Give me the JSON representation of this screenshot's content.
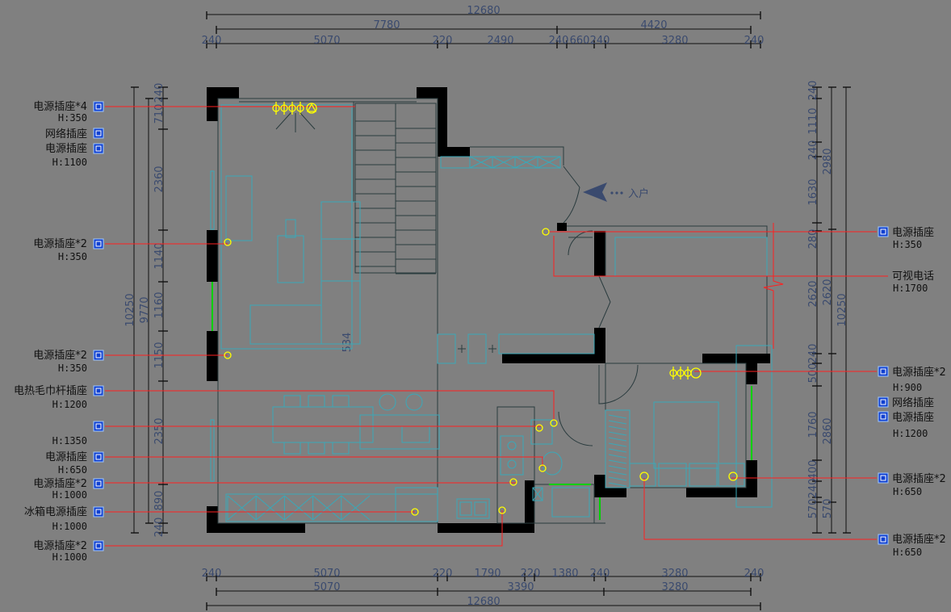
{
  "top_dims": {
    "total": "12680",
    "row2": [
      "7780",
      "4420"
    ],
    "row3": [
      "240",
      "5070",
      "220",
      "2490",
      "240",
      "660",
      "240",
      "3280",
      "240"
    ]
  },
  "bottom_dims": {
    "row1": [
      "240",
      "5070",
      "220",
      "1790",
      "220",
      "1380",
      "240",
      "3280",
      "240"
    ],
    "row2": [
      "5070",
      "3390",
      "3280"
    ],
    "total": "12680"
  },
  "left_dims": {
    "outer": "10250",
    "mid": "9770",
    "inner": [
      "240",
      "710",
      "2360",
      "1140",
      "1160",
      "1150",
      "2350",
      "890",
      "240"
    ],
    "extra": "534"
  },
  "right_dims": {
    "outer": "10250",
    "mid": [
      "2980",
      "2620",
      "2860",
      "570"
    ],
    "inner": [
      "240",
      "1110",
      "240",
      "1630",
      "280",
      "2620",
      "240",
      "500",
      "1760",
      "400",
      "240",
      "570"
    ]
  },
  "entry_label": "入户",
  "left_labels": [
    {
      "name": "电源插座*4",
      "height": "H:350",
      "icon": "outlet-icon"
    },
    {
      "name": "网络插座",
      "height": "",
      "icon": "network-outlet-icon"
    },
    {
      "name": "电源插座",
      "height": "H:1100",
      "icon": "outlet-icon"
    },
    {
      "name": "电源插座*2",
      "height": "H:350",
      "icon": "outlet-icon"
    },
    {
      "name": "电源插座*2",
      "height": "H:350",
      "icon": "outlet-icon"
    },
    {
      "name": "电热毛巾杆插座",
      "height": "H:1200",
      "icon": "outlet-icon"
    },
    {
      "name": "",
      "height": "H:1350",
      "icon": "outlet-icon"
    },
    {
      "name": "电源插座",
      "height": "H:650",
      "icon": "outlet-icon"
    },
    {
      "name": "电源插座*2",
      "height": "H:1000",
      "icon": "outlet-icon"
    },
    {
      "name": "冰箱电源插座",
      "height": "H:1000",
      "icon": "outlet-icon"
    },
    {
      "name": "电源插座*2",
      "height": "H:1000",
      "icon": "outlet-icon"
    }
  ],
  "right_labels": [
    {
      "name": "电源插座",
      "height": "H:350"
    },
    {
      "name": "可视电话",
      "height": "H:1700"
    },
    {
      "name": "电源插座*2",
      "height": "H:900"
    },
    {
      "name": "网络插座",
      "height": ""
    },
    {
      "name": "电源插座",
      "height": "H:1200"
    },
    {
      "name": "电源插座*2",
      "height": "H:650"
    },
    {
      "name": "电源插座*2",
      "height": "H:650"
    }
  ],
  "colors": {
    "background": "#808080",
    "wall": "#000000",
    "leader": "#ff2020",
    "outlet": "#ffff00",
    "furniture": "#3aa8b8",
    "glass": "#00d000",
    "icon_fill": "#1040d0"
  }
}
